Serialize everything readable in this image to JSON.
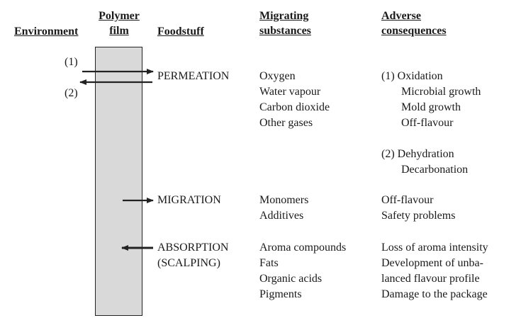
{
  "headers": {
    "environment": "Environment",
    "film_line1": "Polymer",
    "film_line2": "film",
    "foodstuff": "Foodstuff",
    "migrating_line1": "Migrating",
    "migrating_line2": "substances",
    "adverse_line1": "Adverse",
    "adverse_line2": "consequences"
  },
  "direction_labels": {
    "inward": "(1)",
    "outward": "(2)"
  },
  "processes": {
    "permeation": {
      "label": "PERMEATION",
      "substances": [
        "Oxygen",
        "Water vapour",
        "Carbon dioxide",
        "Other gases"
      ],
      "consequences_1": [
        "(1) Oxidation",
        "Microbial growth",
        "Mold growth",
        "Off-flavour"
      ],
      "consequences_2": [
        "(2) Dehydration",
        "Decarbonation"
      ]
    },
    "migration": {
      "label": "MIGRATION",
      "substances": [
        "Monomers",
        "Additives"
      ],
      "consequences": [
        "Off-flavour",
        "Safety problems"
      ]
    },
    "absorption": {
      "label_line1": "ABSORPTION",
      "label_line2": "(SCALPING)",
      "substances": [
        "Aroma compounds",
        "Fats",
        "Organic acids",
        "Pigments"
      ],
      "consequences": [
        "Loss of aroma intensity",
        "Development of unba-",
        "lanced flavour profile",
        "Damage to the package"
      ]
    }
  }
}
